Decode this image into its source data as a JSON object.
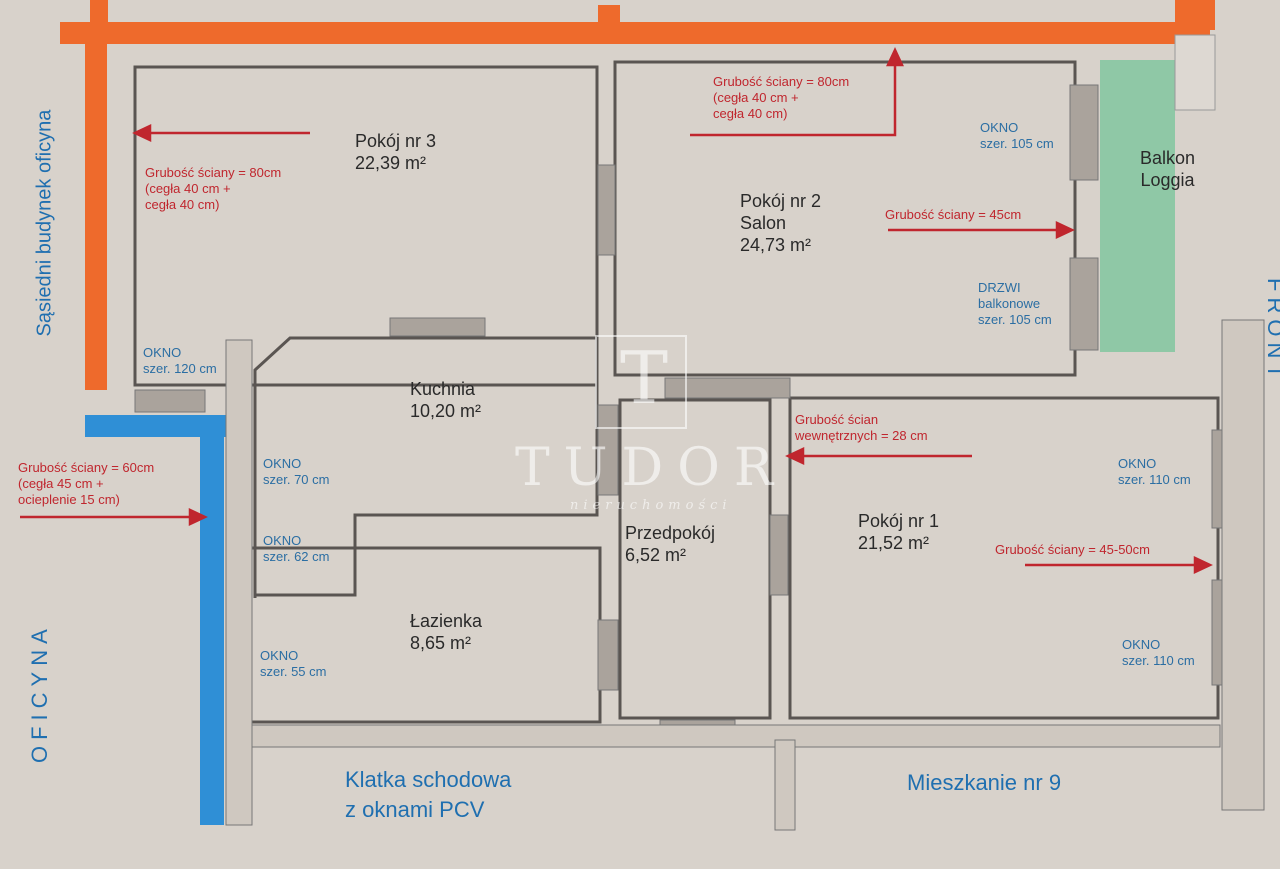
{
  "rooms": {
    "pokoj3": {
      "name": "Pokój nr 3",
      "area": "22,39 m²"
    },
    "pokoj2": {
      "name": "Pokój nr 2",
      "sub": "Salon",
      "area": "24,73 m²"
    },
    "balkon": {
      "name": "Balkon",
      "sub": "Loggia"
    },
    "kuchnia": {
      "name": "Kuchnia",
      "area": "10,20 m²"
    },
    "lazienka": {
      "name": "Łazienka",
      "area": "8,65 m²"
    },
    "przedpokoj": {
      "name": "Przedpokój",
      "area": "6,52 m²"
    },
    "pokoj1": {
      "name": "Pokój nr 1",
      "area": "21,52 m²"
    }
  },
  "windows": [
    {
      "l1": "OKNO",
      "l2": "szer. 120 cm"
    },
    {
      "l1": "OKNO",
      "l2": "szer. 105 cm"
    },
    {
      "l1": "DRZWI",
      "l2": "balkonowe",
      "l3": "szer. 105 cm"
    },
    {
      "l1": "OKNO",
      "l2": "szer. 70 cm"
    },
    {
      "l1": "OKNO",
      "l2": "szer. 62 cm"
    },
    {
      "l1": "OKNO",
      "l2": "szer. 55 cm"
    },
    {
      "l1": "OKNO",
      "l2": "szer. 110 cm"
    },
    {
      "l1": "OKNO",
      "l2": "szer. 110 cm"
    }
  ],
  "walls": [
    {
      "l1": "Grubość ściany = 80cm",
      "l2": "(cegła 40 cm +",
      "l3": "cegła 40 cm)"
    },
    {
      "l1": "Grubość ściany = 80cm",
      "l2": "(cegła 40 cm +",
      "l3": "cegła 40 cm)"
    },
    {
      "l1": "Grubość ściany = 45cm"
    },
    {
      "l1": "Grubość ściany = 60cm",
      "l2": "(cegła 45 cm +",
      "l3": "ocieplenie 15 cm)"
    },
    {
      "l1": "Grubość ścian",
      "l2": "wewnętrznych  = 28 cm"
    },
    {
      "l1": "Grubość ściany = 45-50cm"
    }
  ],
  "labels": {
    "sasiedni": "Sąsiedni budynek oficyna",
    "oficyna": "OFICYNA",
    "front": "FRONT",
    "klatka1": "Klatka schodowa",
    "klatka2": "z oknami PCV",
    "mieszkanie": "Mieszkanie nr 9"
  },
  "watermark": {
    "brand": "TUDOR",
    "tagline": "nieruchomości",
    "monogram": "T"
  },
  "colors": {
    "orange": "#ee6a2c",
    "blue": "#2f8fd6",
    "green": "#8fc8a6",
    "wall": "#5a5552"
  }
}
